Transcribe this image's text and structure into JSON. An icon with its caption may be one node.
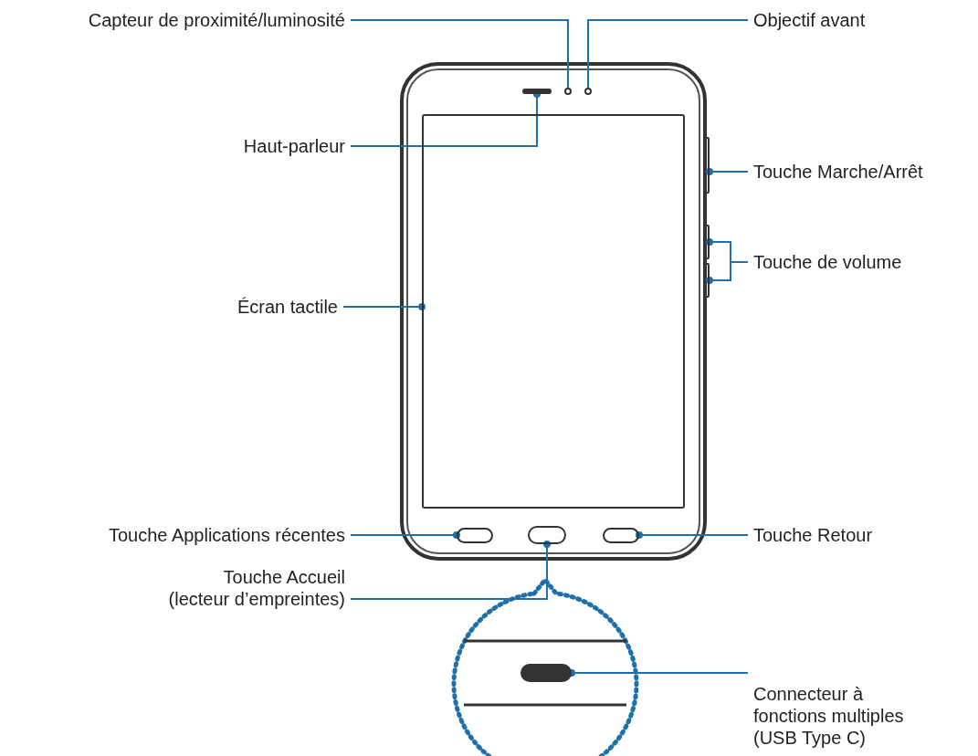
{
  "diagram": {
    "nodes": [
      {
        "text": [
          "Capteur de proximité/luminosité"
        ]
      },
      {
        "text": [
          "Objectif avant"
        ]
      },
      {
        "text": [
          "Haut-parleur"
        ]
      },
      {
        "text": [
          "Touche Marche/Arrêt"
        ]
      },
      {
        "text": [
          "Touche de volume"
        ]
      },
      {
        "text": [
          "Écran tactile"
        ]
      },
      {
        "text": [
          "Touche Applications récentes"
        ]
      },
      {
        "text": [
          "Touche Retour"
        ]
      },
      {
        "text": [
          "Touche Accueil (lecteur d’empreintes)"
        ]
      },
      {
        "text": [
          "Connecteur à fonctions multiples (USB Type C)"
        ]
      },
      {
        "text": [],
        "shape": "circle"
      },
      {
        "text": [],
        "shape": "circle"
      },
      {
        "text": [],
        "shape": "bar"
      },
      {
        "text": [],
        "shape": "box"
      },
      {
        "text": [],
        "shape": "box"
      },
      {
        "text": [],
        "shape": "box"
      },
      {
        "text": [],
        "shape": "box"
      },
      {
        "text": [],
        "shape": "box"
      },
      {
        "text": [],
        "shape": "box"
      },
      {
        "text": [],
        "shape": "box"
      },
      {
        "text": [],
        "shape": "box"
      }
    ],
    "edges": [
      {
        "from": 0,
        "to": 10,
        "arrow": "none"
      },
      {
        "from": 1,
        "to": 11,
        "arrow": "none"
      },
      {
        "from": 2,
        "to": 12,
        "arrow": "other"
      },
      {
        "from": 3,
        "to": 13,
        "arrow": "other"
      },
      {
        "from": 4,
        "to": 14,
        "arrow": "other"
      },
      {
        "from": 4,
        "to": 15,
        "arrow": "other"
      },
      {
        "from": 5,
        "to": 16,
        "arrow": "other"
      },
      {
        "from": 6,
        "to": 17,
        "arrow": "other"
      },
      {
        "from": 7,
        "to": 19,
        "arrow": "other"
      },
      {
        "from": 8,
        "to": 18,
        "arrow": "other"
      },
      {
        "from": 9,
        "to": 20,
        "arrow": "other"
      }
    ]
  }
}
